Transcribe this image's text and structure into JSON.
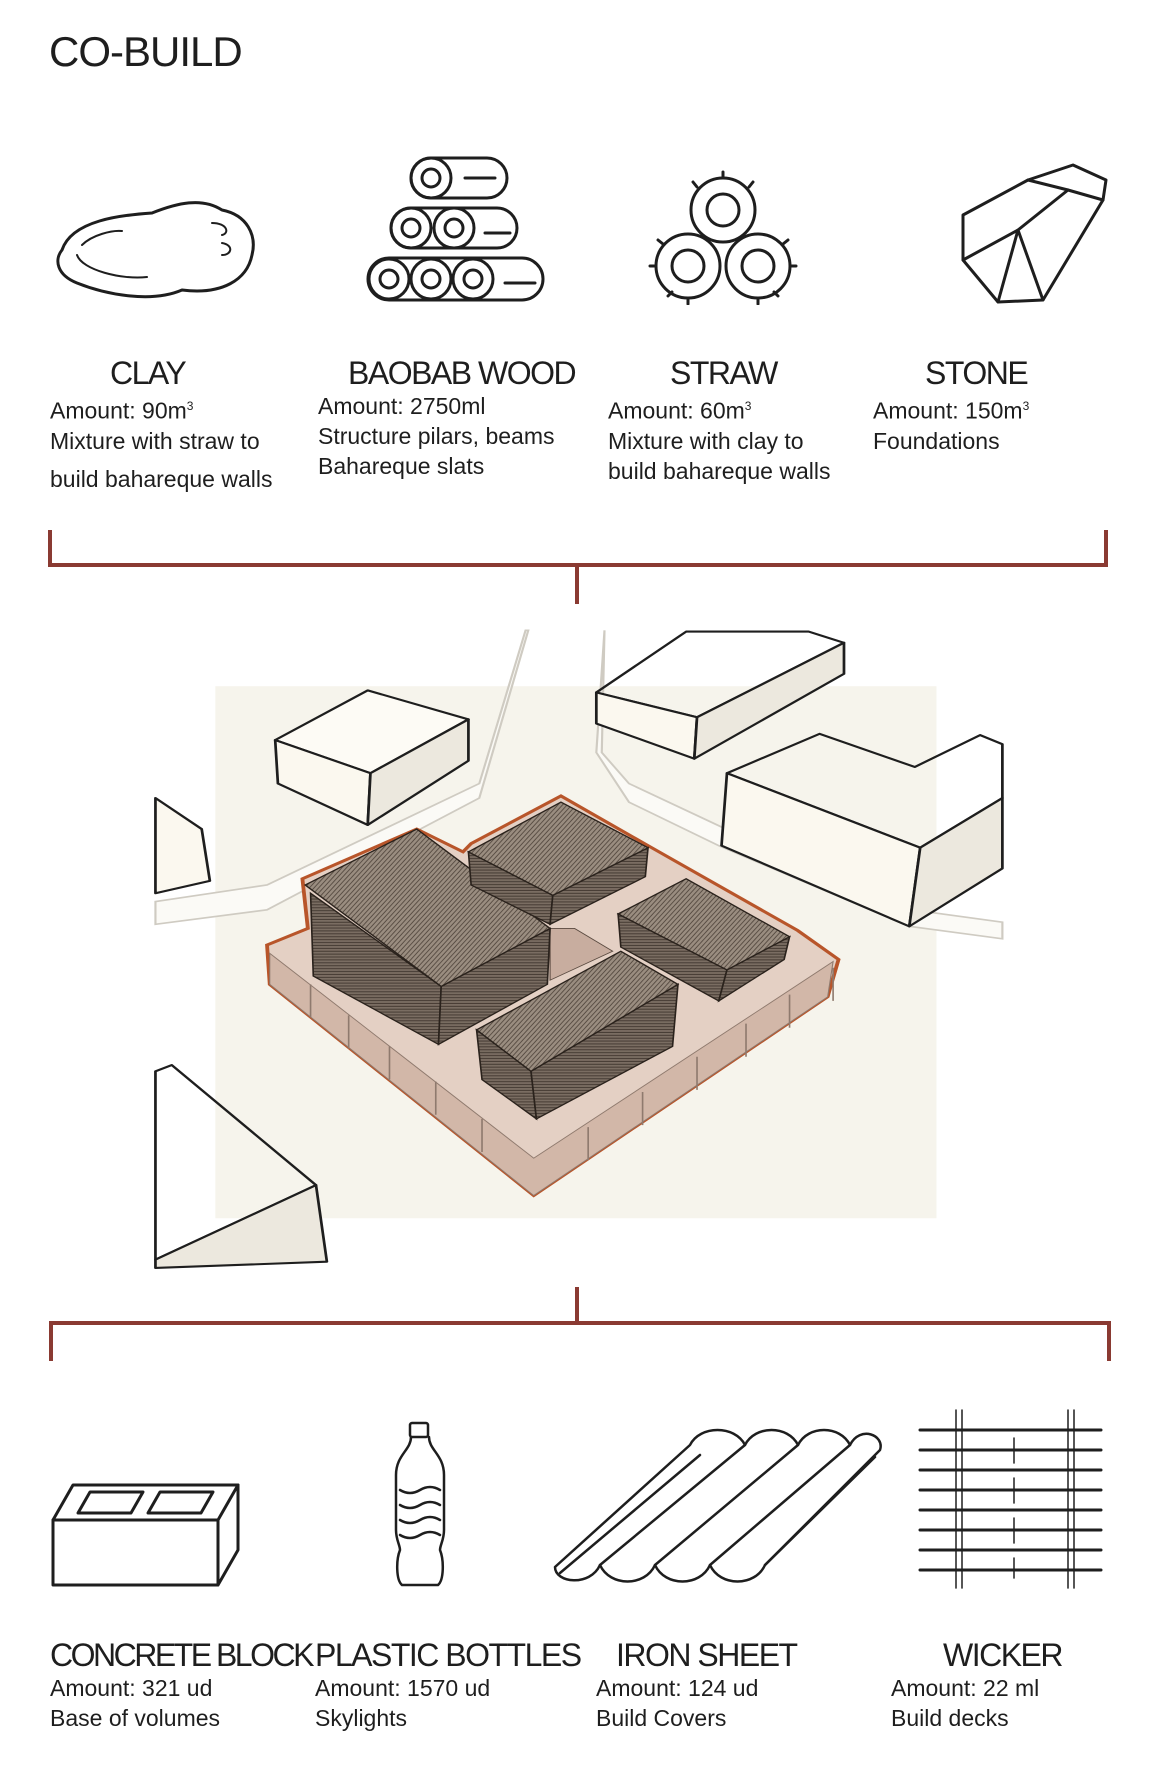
{
  "title": "CO-BUILD",
  "top_materials": [
    {
      "name": "CLAY",
      "amount": "Amount: 90m",
      "sup": "3",
      "desc": [
        "Mixture with straw to",
        "build bahareque walls"
      ],
      "icon": "clay-icon"
    },
    {
      "name": "BAOBAB WOOD",
      "amount": "Amount: 2750ml",
      "sup": "",
      "desc": [
        "Structure pilars, beams",
        "Bahareque slats"
      ],
      "icon": "logs-icon"
    },
    {
      "name": "STRAW",
      "amount": "Amount: 60m",
      "sup": "3",
      "desc": [
        "Mixture with clay to",
        "build bahareque walls"
      ],
      "icon": "straw-bales-icon"
    },
    {
      "name": "STONE",
      "amount": "Amount: 150m",
      "sup": "3",
      "desc": [
        "Foundations"
      ],
      "icon": "stone-icon"
    }
  ],
  "bottom_materials": [
    {
      "name": "CONCRETE BLOCK",
      "amount": "Amount: 321 ud",
      "desc": [
        "Base of volumes"
      ],
      "icon": "concrete-block-icon"
    },
    {
      "name": "PLASTIC BOTTLES",
      "amount": "Amount: 1570 ud",
      "desc": [
        "Skylights"
      ],
      "icon": "bottle-icon"
    },
    {
      "name": "IRON SHEET",
      "amount": "Amount: 124 ud",
      "desc": [
        "Build Covers"
      ],
      "icon": "iron-sheet-icon"
    },
    {
      "name": "WICKER",
      "amount": "Amount: 22 ml",
      "desc": [
        "Build decks"
      ],
      "icon": "wicker-icon"
    }
  ],
  "colors": {
    "bracket": "#8a3a32",
    "platform_outline": "#b8552a",
    "platform": "#dcc4b6",
    "blocks": "#6e6258"
  }
}
